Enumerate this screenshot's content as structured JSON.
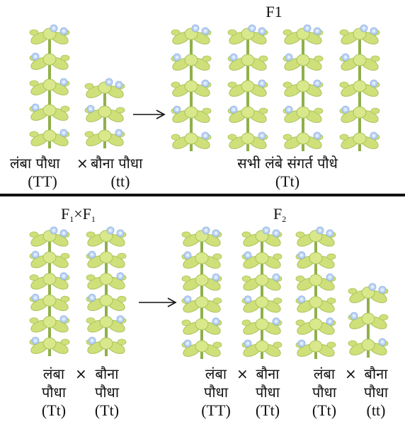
{
  "top": {
    "f1_title": "F1",
    "parent_tall_label": "लंबा पौधा",
    "cross_sign": "×",
    "parent_dwarf_label": "बौना पौधा",
    "parent_tall_genotype": "(TT)",
    "parent_dwarf_genotype": "(tt)",
    "offspring_label": "सभी लंबे संगर्त पौधे",
    "offspring_genotype": "(Tt)"
  },
  "bottom": {
    "cross_title": {
      "main": "F",
      "sub": "1",
      "sign": "×"
    },
    "f2_title": {
      "main": "F",
      "sub": "2"
    },
    "left_pair": {
      "tall_line1": "लंबा",
      "tall_line2": "पौधा",
      "tall_genotype": "(Tt)",
      "dwarf_line1": "बौना",
      "dwarf_line2": "पौधा",
      "dwarf_genotype": "(Tt)",
      "sign": "×"
    },
    "f2_pair_1": {
      "tall_line1": "लंबा",
      "tall_line2": "पौधा",
      "tall_genotype": "(TT)",
      "dwarf_line1": "बौना",
      "dwarf_line2": "पौधा",
      "dwarf_genotype": "(Tt)",
      "sign": "×"
    },
    "f2_pair_2": {
      "tall_line1": "लंबा",
      "tall_line2": "पौधा",
      "tall_genotype": "(Tt)",
      "dwarf_line1": "बौना",
      "dwarf_line2": "पौधा",
      "dwarf_genotype": "(tt)",
      "sign": "×"
    }
  },
  "colors": {
    "leaf": "#cfe07a",
    "leaf_dark": "#a9c25a",
    "stem": "#8fb04a",
    "flower": "#bcd4f5",
    "line": "#111111"
  }
}
